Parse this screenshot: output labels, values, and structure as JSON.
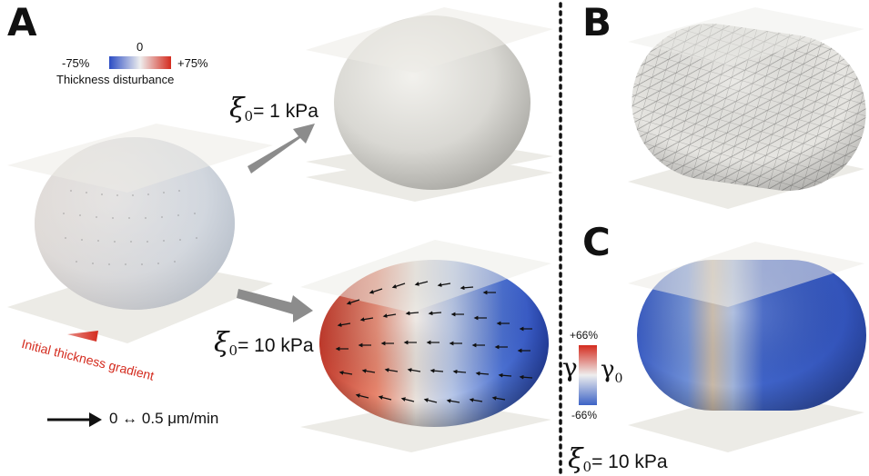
{
  "panels": {
    "a": "A",
    "b": "B",
    "c": "C"
  },
  "thickness_legend": {
    "min": "-75%",
    "mid": "0",
    "max": "+75%",
    "label": "Thickness disturbance",
    "colors": [
      "#2b4cc4",
      "#eeeeee",
      "#d42b1e"
    ]
  },
  "xi_symbol": "ξ",
  "xi_subscript": "0",
  "conditions": {
    "low": "= 1 kPa",
    "high": "= 10 kPa",
    "panel_c": "= 10 kPa"
  },
  "gradient_label": "Initial thickness gradient",
  "velocity_scale": "0 ↔ 0.5 μm/min",
  "tension_legend": {
    "max": "+66%",
    "min": "-66%",
    "symbol": "γ",
    "symbol0": "γ",
    "symbol0_sub": "0",
    "colors": [
      "#d42b1e",
      "#eeeeee",
      "#3d63c6"
    ]
  },
  "colors": {
    "red": "#d42b1e",
    "blue": "#2b4cc4",
    "plate": "#ecebe6",
    "arrow_gray": "#8c8c8c"
  },
  "icons": [
    "arrow-right-icon",
    "divider-dotted-line"
  ]
}
